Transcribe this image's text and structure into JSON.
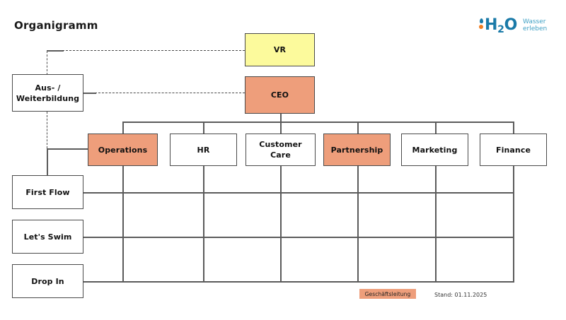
{
  "page": {
    "title": "Organigramm"
  },
  "logo": {
    "wordmark": "H2O",
    "wordmark_main": "H",
    "wordmark_sub": "2",
    "wordmark_tail": "O",
    "tagline_line1": "Wasser",
    "tagline_line2": "erleben",
    "color_blue": "#1a7aa8",
    "color_orange": "#ef7d22",
    "color_tagline": "#3fa0c4"
  },
  "colors": {
    "accent_orange": "#EE9E7B",
    "accent_yellow": "#FCFA9C",
    "line": "#5b5b5b",
    "border": "#4a4a4a",
    "box_fill": "#ffffff"
  },
  "nodes": {
    "vr": {
      "label": "VR",
      "fill": "#FCFA9C"
    },
    "ceo": {
      "label": "CEO",
      "fill": "#EE9E7B"
    },
    "training": {
      "label_line1": "Aus- /",
      "label_line2": "Weiterbildung",
      "fill": "#ffffff"
    }
  },
  "departments": [
    {
      "label": "Operations",
      "fill": "#EE9E7B"
    },
    {
      "label": "HR",
      "fill": "#ffffff"
    },
    {
      "label": "Customer Care",
      "fill": "#ffffff"
    },
    {
      "label": "Partnership",
      "fill": "#EE9E7B"
    },
    {
      "label": "Marketing",
      "fill": "#ffffff"
    },
    {
      "label": "Finance",
      "fill": "#ffffff"
    }
  ],
  "programs": [
    {
      "label": "First Flow"
    },
    {
      "label": "Let's Swim"
    },
    {
      "label": "Drop In"
    }
  ],
  "legend": {
    "chip_label": "Geschäftsleitung",
    "chip_color": "#EE9E7B",
    "date_label": "Stand: 01.11.2025"
  }
}
